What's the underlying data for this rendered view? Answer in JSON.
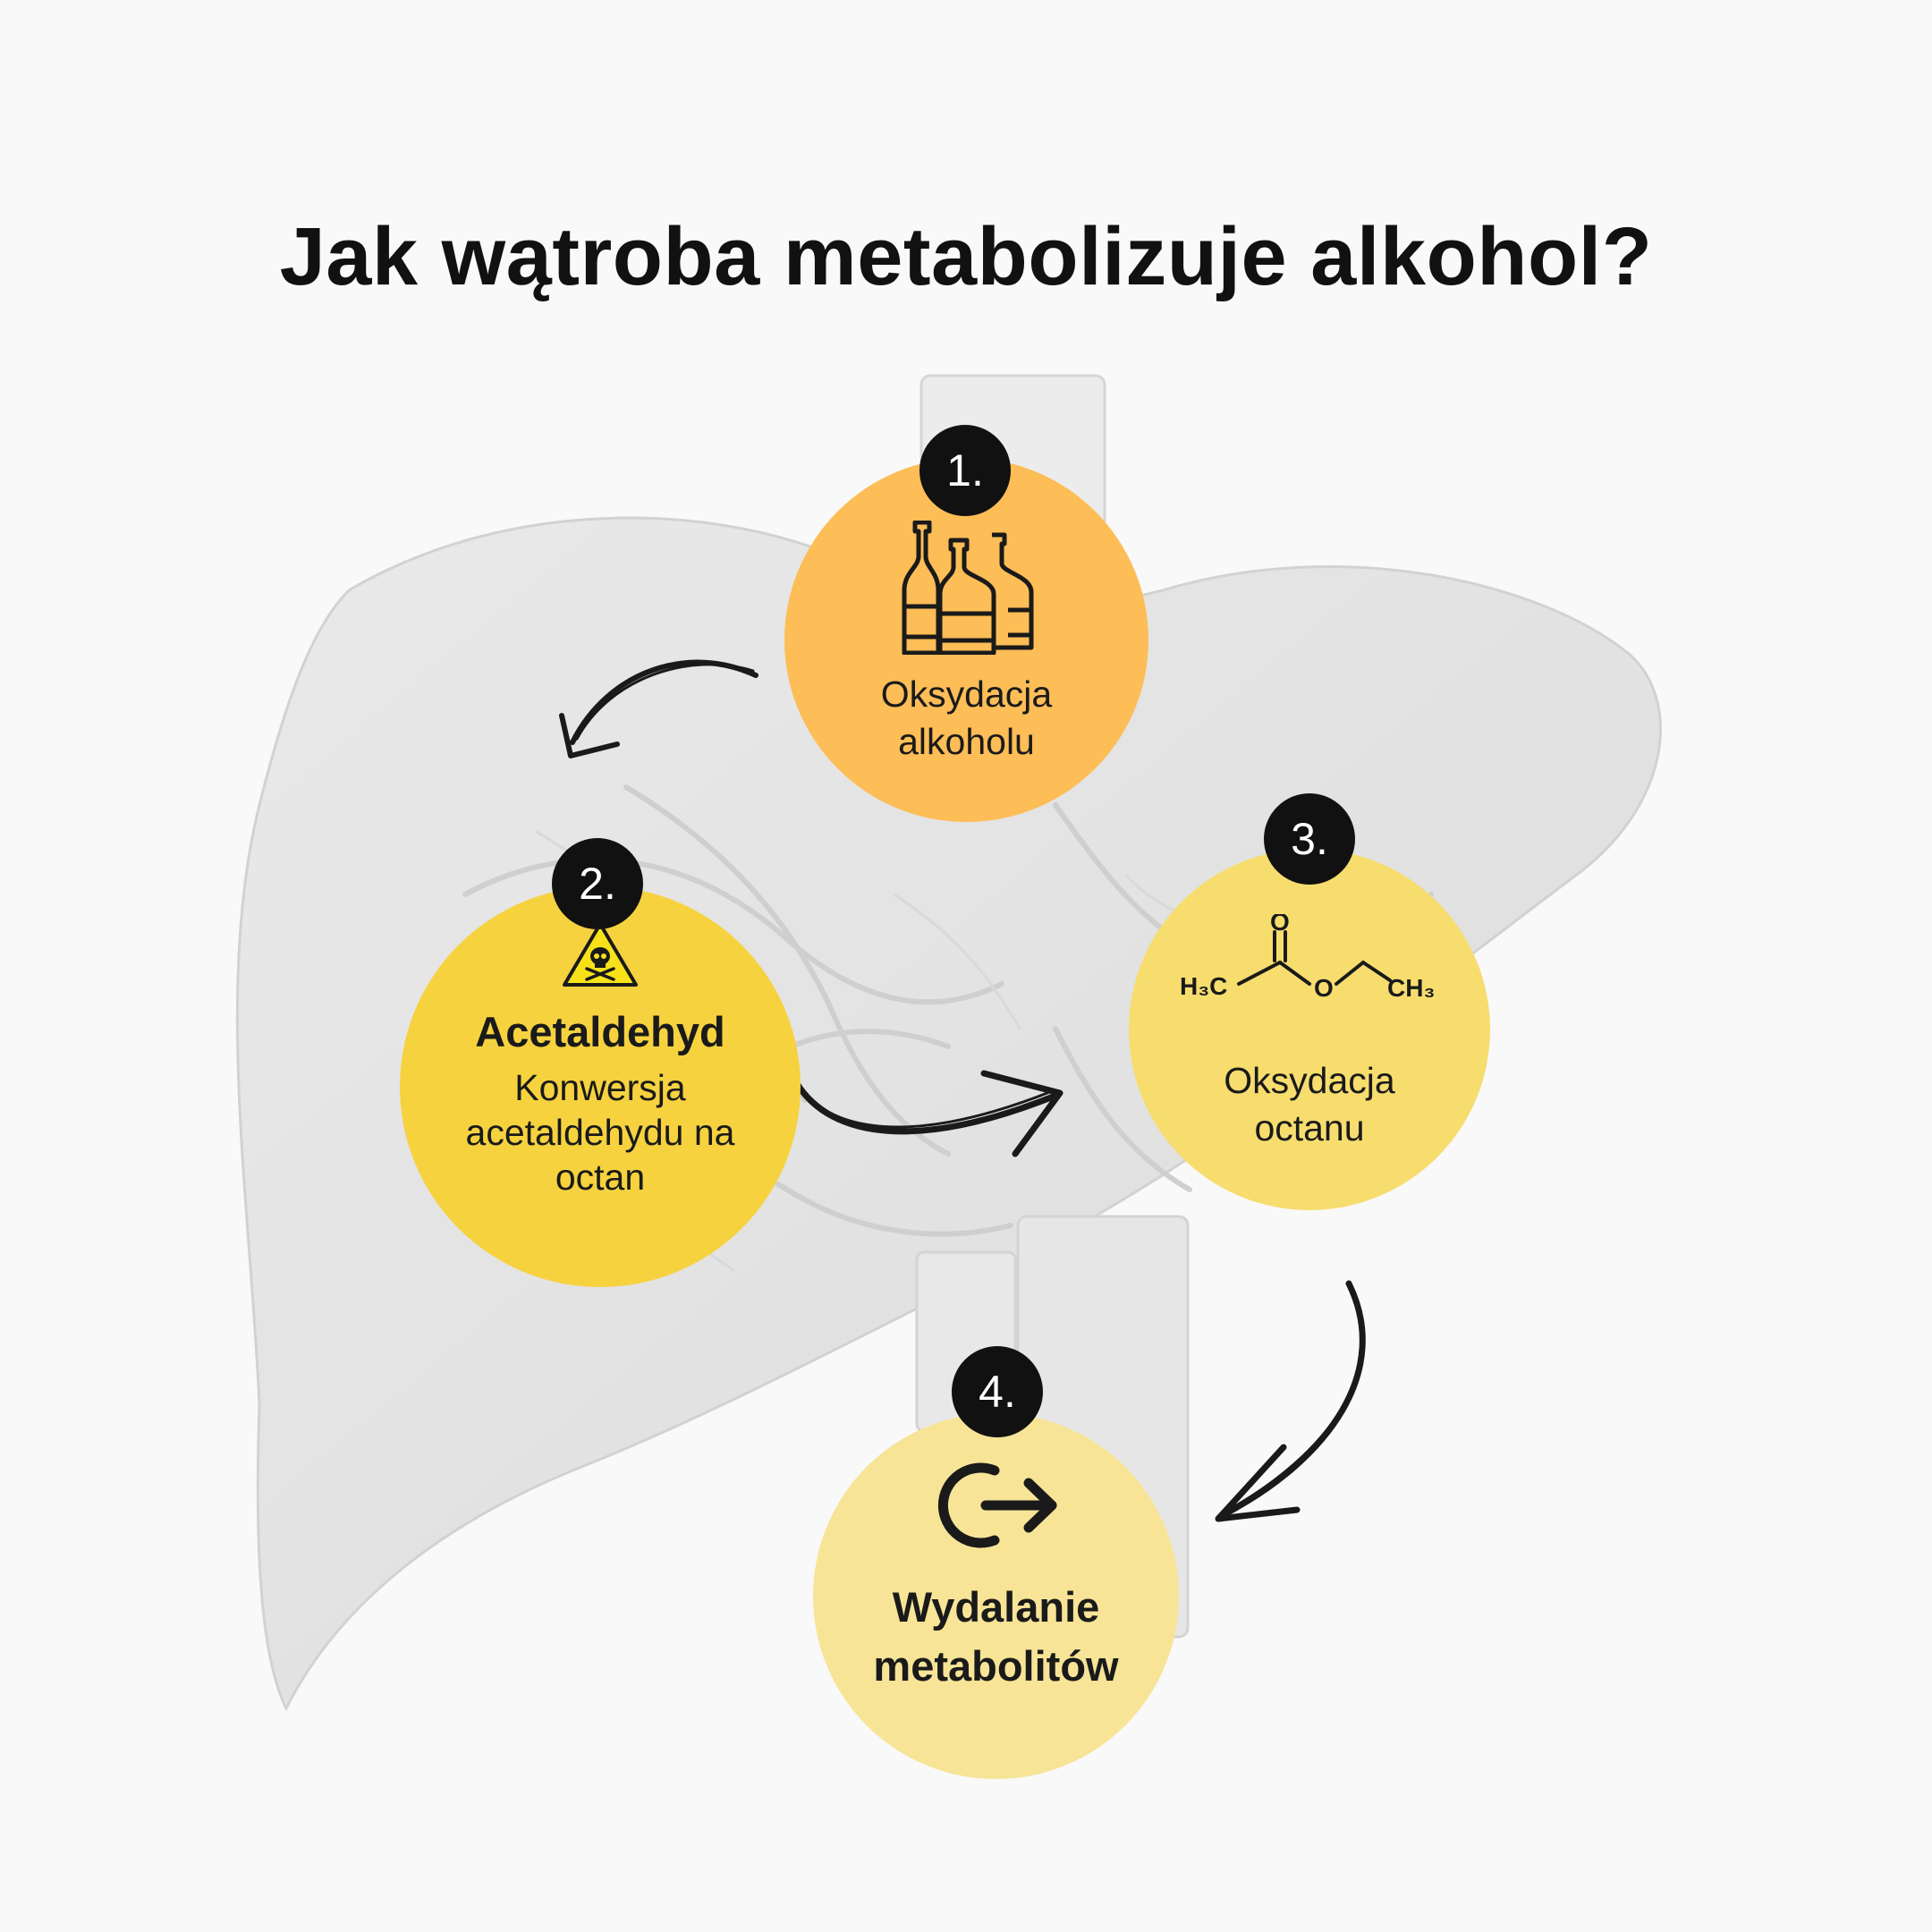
{
  "title": "Jak wątroba metabolizuje alkohol?",
  "steps": [
    {
      "number": "1.",
      "label_line1": "Oksydacja",
      "label_line2": "alkoholu",
      "icon": "alcohol-bottles-icon"
    },
    {
      "number": "2.",
      "heading": "Acetaldehyd",
      "label_line1": "Konwersja",
      "label_line2": "acetaldehydu na",
      "label_line3": "octan",
      "icon": "toxic-warning-icon"
    },
    {
      "number": "3.",
      "label_line1": "Oksydacja",
      "label_line2": "octanu",
      "icon": "ethyl-acetate-molecule-icon"
    },
    {
      "number": "4.",
      "heading_line1": "Wydalanie",
      "heading_line2": "metabolitów",
      "icon": "exit-arrow-icon"
    }
  ],
  "molecule": {
    "left_group": "H₃C",
    "oxygen_top": "O",
    "oxygen_mid": "O",
    "right_group": "CH₃"
  },
  "colors": {
    "step1": "#fdbd57",
    "step2": "#f6d23f",
    "step3": "#f7dd6e",
    "step4": "#f7e497",
    "badge": "#111111",
    "liver": "#e4e4e4",
    "background": "#f9f9f9"
  }
}
